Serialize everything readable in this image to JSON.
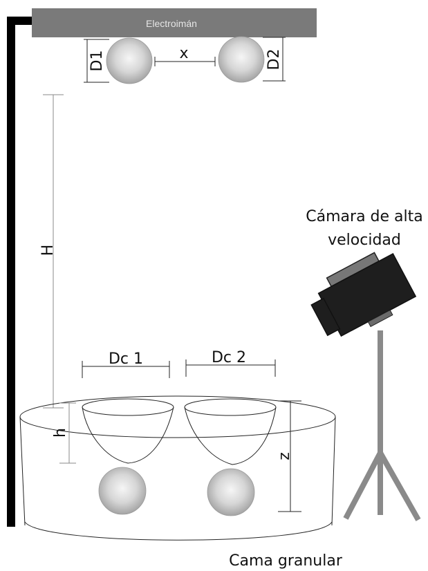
{
  "labels": {
    "electromagnet": "Electroimán",
    "sphere1_diameter": "D1",
    "sphere2_diameter": "D2",
    "separation": "x",
    "drop_height": "H",
    "crater1_diameter": "Dc 1",
    "crater2_diameter": "Dc 2",
    "crater_depth": "h",
    "penetration_depth": "z",
    "camera_line1": "Cámara de alta",
    "camera_line2": "velocidad",
    "granular_bed": "Cama granular"
  },
  "colors": {
    "magnet": "#7a7a7a",
    "stand": "#000000",
    "sphere_light": "#f4f4f4",
    "sphere_dark": "#a8a8a8",
    "camera_body": "#1e1e1e",
    "tripod": "#8a8a8a"
  }
}
